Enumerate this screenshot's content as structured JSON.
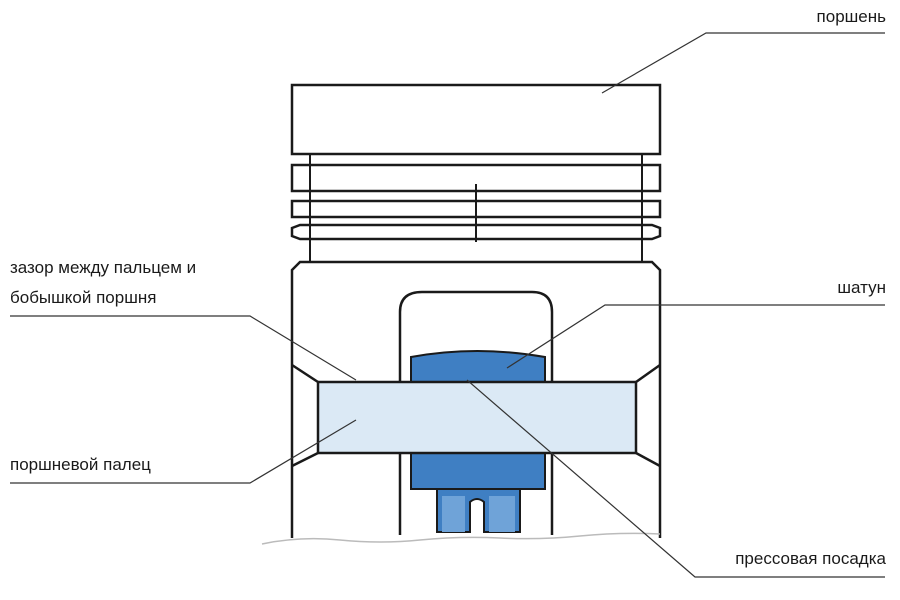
{
  "labels": {
    "piston": "поршень",
    "gap_line1": "зазор между пальцем и",
    "gap_line2": "бобышкой поршня",
    "conrod": "шатун",
    "piston_pin": "поршневой палец",
    "press_fit": "прессовая посадка"
  },
  "colors": {
    "outline": "#1a1a1a",
    "conrod_blue": "#3f7fc3",
    "conrod_light": "#6fa3d8",
    "pin_fill": "#dbe9f5",
    "leader": "#333333"
  }
}
